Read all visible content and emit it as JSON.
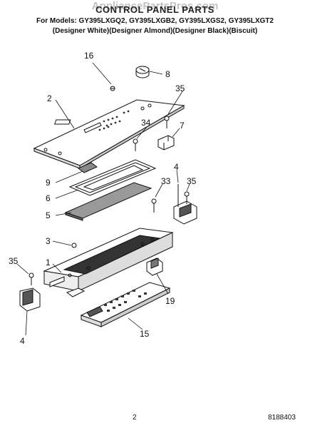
{
  "watermark": "AppliancePartsPros.com",
  "header": {
    "title": "CONTROL PANEL PARTS",
    "models": "For Models: GY395LXGQ2, GY395LXGB2, GY395LXGS2, GY395LXGT2",
    "variants": "(Designer White)(Designer Almond)(Designer Black)(Biscuit)"
  },
  "callouts": [
    "16",
    "8",
    "2",
    "35",
    "34",
    "7",
    "9",
    "4",
    "33",
    "35",
    "6",
    "5",
    "3",
    "1",
    "35",
    "19",
    "4",
    "15"
  ],
  "footer": {
    "page": "2",
    "doc_number": "8188403"
  }
}
